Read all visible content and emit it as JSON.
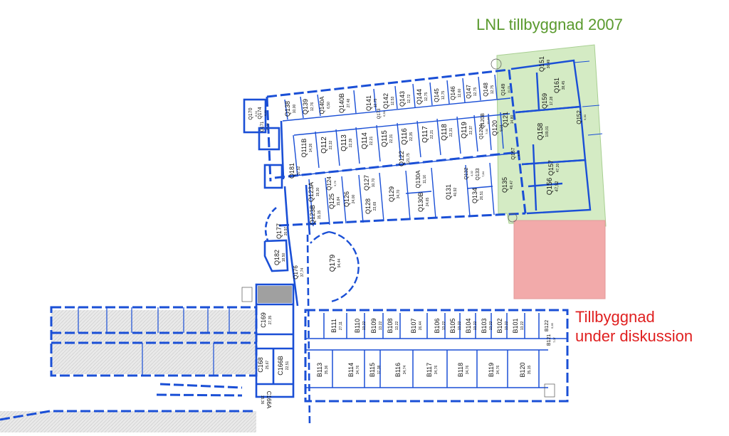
{
  "annotations": {
    "new_wing": "LNL tillbyggnad 2007",
    "proposed_line1": "Tillbyggnad",
    "proposed_line2": "under diskussion"
  },
  "colors": {
    "wall": "#1a4fd6",
    "new_wing_fill": "#d4ebc4",
    "proposed_fill": "#f2aaaa",
    "green_text": "#5a9a2e",
    "red_text": "#e02020"
  },
  "rooms": {
    "q170": {
      "id": "Q170",
      "area": "8,94"
    },
    "q174": {
      "id": "Q174",
      "area": "6,53"
    },
    "q171": {
      "id": "Q171",
      "area": "17,89"
    },
    "q138": {
      "id": "Q138",
      "area": "10,00"
    },
    "q139": {
      "id": "Q139",
      "area": "12,76"
    },
    "q140a": {
      "id": "Q140A",
      "area": "6,50"
    },
    "q140b": {
      "id": "Q140B",
      "area": "27,48"
    },
    "q141": {
      "id": "Q141",
      "area": "12,75"
    },
    "q173": {
      "id": "Q173",
      "area": "6,50"
    },
    "q142": {
      "id": "Q142",
      "area": "12,53"
    },
    "q143": {
      "id": "Q143",
      "area": "12,72"
    },
    "q144": {
      "id": "Q144",
      "area": "12,75"
    },
    "q145": {
      "id": "Q145",
      "area": "12,75"
    },
    "q146": {
      "id": "Q146",
      "area": "12,60"
    },
    "q147": {
      "id": "Q147",
      "area": "12,75"
    },
    "q148": {
      "id": "Q148",
      "area": "12,75"
    },
    "q149": {
      "id": "Q149",
      "area": "10,75"
    },
    "q151": {
      "id": "Q151",
      "area": "36,49"
    },
    "q161": {
      "id": "Q161",
      "area": "38,45"
    },
    "q159": {
      "id": "Q159",
      "area": "17,28"
    },
    "q152": {
      "id": "Q152",
      "area": "9,30"
    },
    "q158": {
      "id": "Q158",
      "area": "109,01"
    },
    "q157": {
      "id": "Q157",
      "area": "47,20"
    },
    "q156": {
      "id": "Q156",
      "area": "47,52"
    },
    "q111b": {
      "id": "Q111B",
      "area": "14,26"
    },
    "q112": {
      "id": "Q112",
      "area": "22,32"
    },
    "q113": {
      "id": "Q113",
      "area": "22,39"
    },
    "q114": {
      "id": "Q114",
      "area": "22,21"
    },
    "q115": {
      "id": "Q115",
      "area": "22,31"
    },
    "q116": {
      "id": "Q116",
      "area": "22,35"
    },
    "q117": {
      "id": "Q117",
      "area": "22,21"
    },
    "q118": {
      "id": "Q118",
      "area": "22,31"
    },
    "q119": {
      "id": "Q119",
      "area": "22,37"
    },
    "q120a": {
      "id": "Q120A",
      "area": "7,00"
    },
    "q120b": {
      "id": "Q120B",
      "area": "10,44"
    },
    "q120": {
      "id": "Q120",
      "area": "9,01"
    },
    "q121": {
      "id": "Q121",
      "area": "14,80"
    },
    "q167": {
      "id": "Q167",
      "area": "4,39"
    },
    "q181": {
      "id": "Q181",
      "area": "37,52"
    },
    "q122": {
      "id": "Q122",
      "area": "121,75"
    },
    "q123a": {
      "id": "Q123A",
      "area": "19,30"
    },
    "q124": {
      "id": "Q124",
      "area": "9,76"
    },
    "q125": {
      "id": "Q125",
      "area": "15,84"
    },
    "q126": {
      "id": "Q126",
      "area": "24,00"
    },
    "q127": {
      "id": "Q127",
      "area": "10,70"
    },
    "q128": {
      "id": "Q128",
      "area": "23,69"
    },
    "q129": {
      "id": "Q129",
      "area": "34,70"
    },
    "q130a": {
      "id": "Q130A",
      "area": "11,16"
    },
    "q130b": {
      "id": "Q130B",
      "area": "24,65"
    },
    "q131": {
      "id": "Q131",
      "area": "40,92"
    },
    "q132": {
      "id": "Q132",
      "area": "4,32"
    },
    "q133": {
      "id": "Q133",
      "area": "7,84"
    },
    "q134": {
      "id": "Q134",
      "area": "26,51"
    },
    "q135": {
      "id": "Q135",
      "area": "49,47"
    },
    "q123b": {
      "id": "Q123B",
      "area": "15,15"
    },
    "q177": {
      "id": "Q177",
      "area": "20,97"
    },
    "q182": {
      "id": "Q182",
      "area": "18,50"
    },
    "q179": {
      "id": "Q179",
      "area": "94,44"
    },
    "q176": {
      "id": "Q176",
      "area": "37,74"
    },
    "c169": {
      "id": "C169",
      "area": "27,35"
    },
    "c168": {
      "id": "C168",
      "area": "25,67"
    },
    "c166b": {
      "id": "C166B",
      "area": "22,51"
    },
    "c166a": {
      "id": "C166A",
      "area": "15,36"
    },
    "b111": {
      "id": "B111",
      "area": "27,11"
    },
    "b110": {
      "id": "B110",
      "area": "13,22"
    },
    "b109": {
      "id": "B109",
      "area": "13,22"
    },
    "b108": {
      "id": "B108",
      "area": "13,22"
    },
    "b107": {
      "id": "B107",
      "area": "26,44"
    },
    "b106": {
      "id": "B106",
      "area": "13,22"
    },
    "b105": {
      "id": "B105",
      "area": "13,22"
    },
    "b104": {
      "id": "B104",
      "area": "13,22"
    },
    "b103": {
      "id": "B103",
      "area": "13,22"
    },
    "b102": {
      "id": "B102",
      "area": "13,22"
    },
    "b101": {
      "id": "B101",
      "area": "13,22"
    },
    "b122": {
      "id": "B122",
      "area": "5,65"
    },
    "b121": {
      "id": "B121",
      "area": "7,07"
    },
    "b113": {
      "id": "B113",
      "area": "35,36"
    },
    "b114": {
      "id": "B114",
      "area": "34,76"
    },
    "b115": {
      "id": "B115",
      "area": "17,38"
    },
    "b116": {
      "id": "B116",
      "area": "34,74"
    },
    "b117": {
      "id": "B117",
      "area": "34,76"
    },
    "b118": {
      "id": "B118",
      "area": "34,76"
    },
    "b119": {
      "id": "B119",
      "area": "34,76"
    },
    "b120": {
      "id": "B120",
      "area": "35,15"
    }
  }
}
